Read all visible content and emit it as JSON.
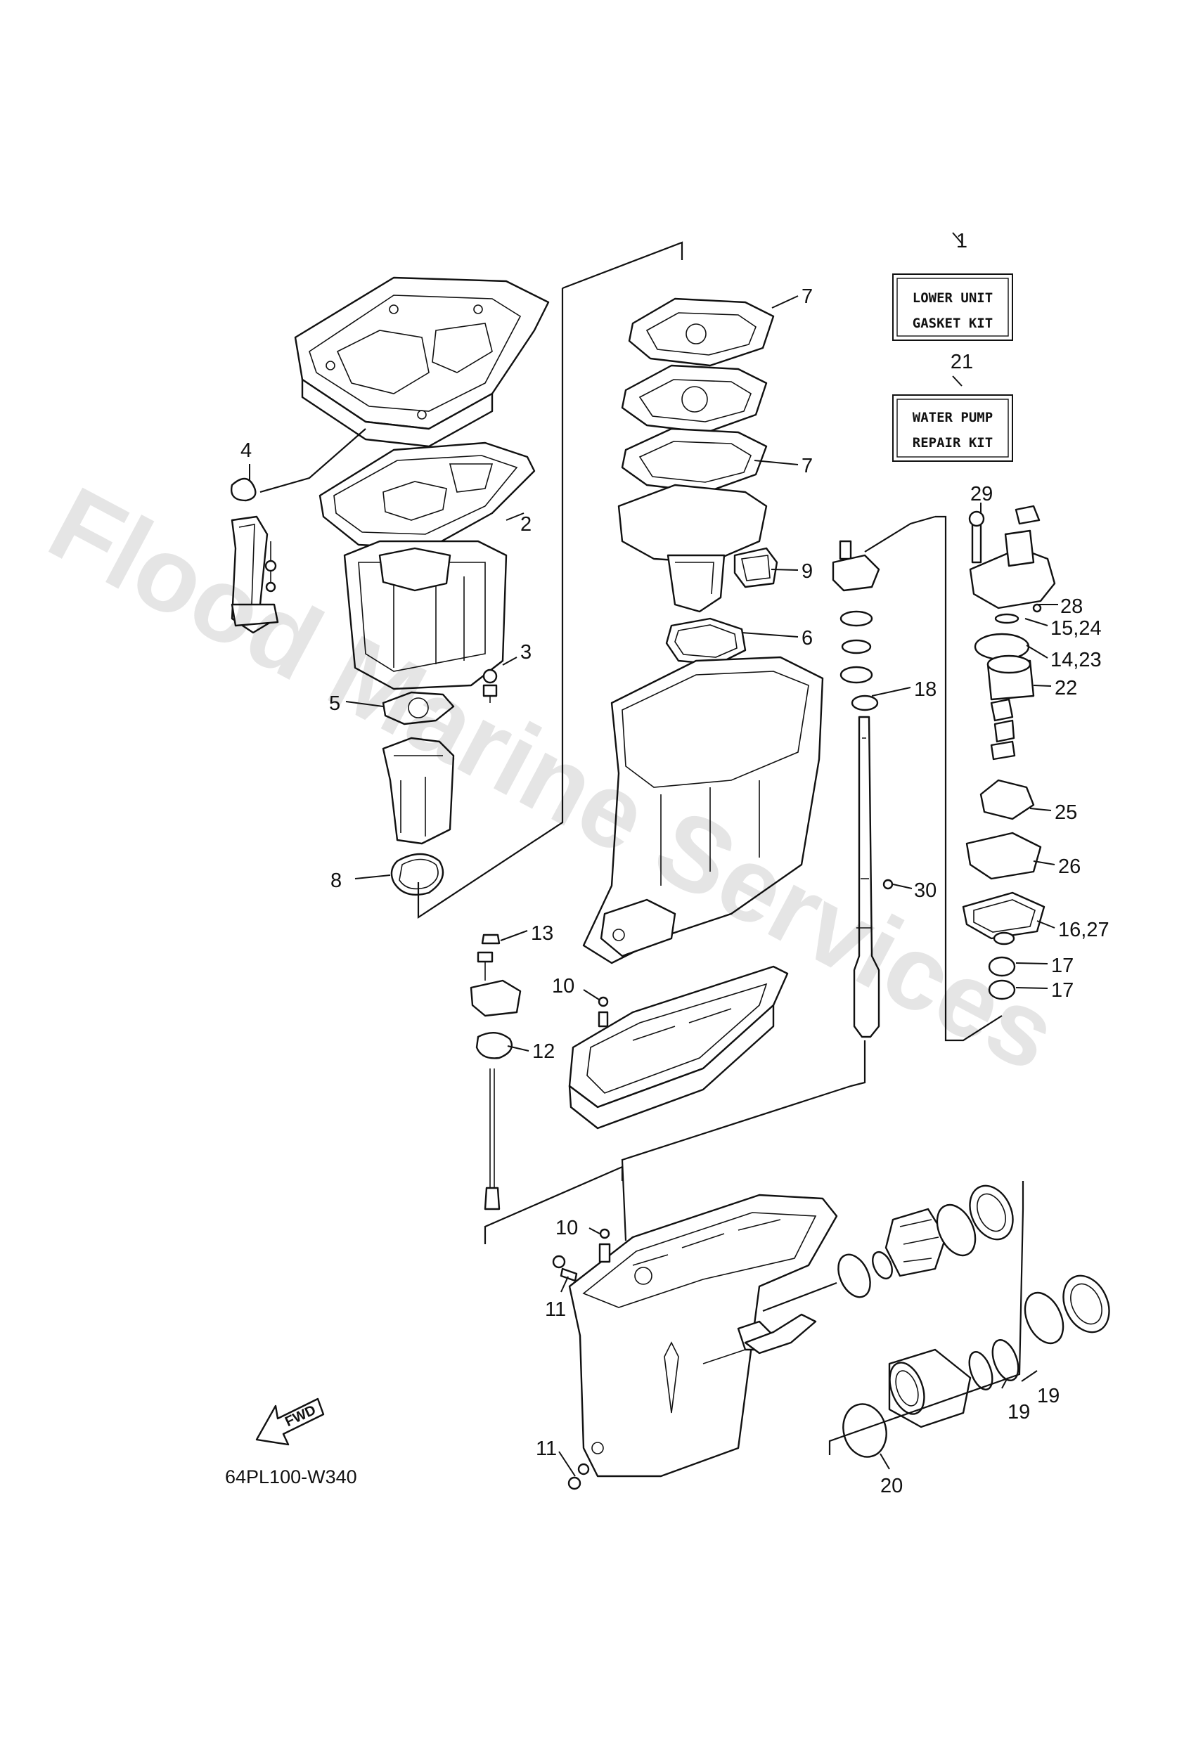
{
  "diagram": {
    "reference_code": "64PL100-W340",
    "fwd_label": "FWD",
    "watermark": "Flood Marine Services",
    "kits": [
      {
        "number": "1",
        "line1": "LOWER UNIT",
        "line2": "GASKET KIT"
      },
      {
        "number": "21",
        "line1": "WATER PUMP",
        "line2": "REPAIR KIT"
      }
    ],
    "callouts": [
      {
        "id": "c7a",
        "label": "7"
      },
      {
        "id": "c7b",
        "label": "7"
      },
      {
        "id": "c9",
        "label": "9"
      },
      {
        "id": "c6",
        "label": "6"
      },
      {
        "id": "c4",
        "label": "4"
      },
      {
        "id": "c2",
        "label": "2"
      },
      {
        "id": "c3",
        "label": "3"
      },
      {
        "id": "c5",
        "label": "5"
      },
      {
        "id": "c8",
        "label": "8"
      },
      {
        "id": "c29",
        "label": "29"
      },
      {
        "id": "c28",
        "label": "28"
      },
      {
        "id": "c1524",
        "label": "15,24"
      },
      {
        "id": "c1423",
        "label": "14,23"
      },
      {
        "id": "c22",
        "label": "22"
      },
      {
        "id": "c18",
        "label": "18"
      },
      {
        "id": "c25",
        "label": "25"
      },
      {
        "id": "c26",
        "label": "26"
      },
      {
        "id": "c30",
        "label": "30"
      },
      {
        "id": "c1627",
        "label": "16,27"
      },
      {
        "id": "c17a",
        "label": "17"
      },
      {
        "id": "c17b",
        "label": "17"
      },
      {
        "id": "c13",
        "label": "13"
      },
      {
        "id": "c10a",
        "label": "10"
      },
      {
        "id": "c12",
        "label": "12"
      },
      {
        "id": "c10b",
        "label": "10"
      },
      {
        "id": "c11a",
        "label": "11"
      },
      {
        "id": "c11b",
        "label": "11"
      },
      {
        "id": "c19a",
        "label": "19"
      },
      {
        "id": "c19b",
        "label": "19"
      },
      {
        "id": "c20",
        "label": "20"
      }
    ]
  }
}
